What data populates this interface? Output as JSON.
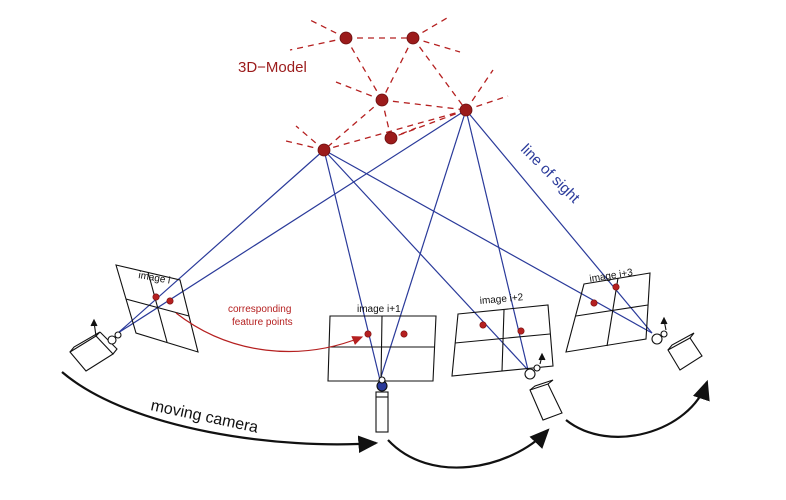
{
  "labels": {
    "model": "3D−Model",
    "line_of_sight": "line of sight",
    "corresponding_line1": "corresponding",
    "corresponding_line2": "feature points",
    "image_i": "image i",
    "image_i1": "image i+1",
    "image_i2": "image i+2",
    "image_i3": "image i+3",
    "moving_camera": "moving camera"
  },
  "colors": {
    "model": "#9b1b1b",
    "sight": "#2a3a9a",
    "outline": "#111111",
    "arrow": "#111111"
  }
}
